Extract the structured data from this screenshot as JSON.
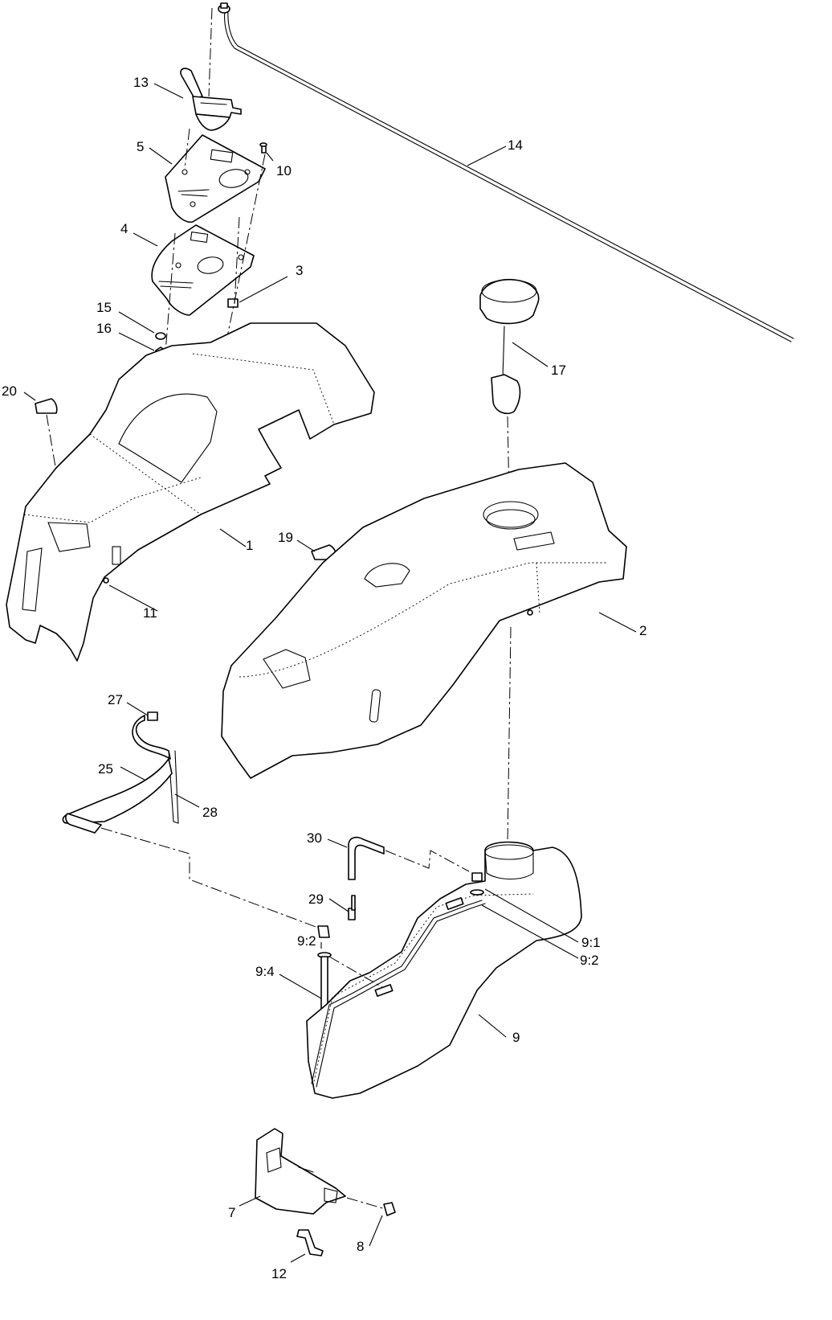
{
  "callouts": [
    {
      "id": "c13",
      "text": "13"
    },
    {
      "id": "c5",
      "text": "5"
    },
    {
      "id": "c10",
      "text": "10"
    },
    {
      "id": "c14",
      "text": "14"
    },
    {
      "id": "c4",
      "text": "4"
    },
    {
      "id": "c3",
      "text": "3"
    },
    {
      "id": "c15",
      "text": "15"
    },
    {
      "id": "c16",
      "text": "16"
    },
    {
      "id": "c17",
      "text": "17"
    },
    {
      "id": "c20",
      "text": "20"
    },
    {
      "id": "c1",
      "text": "1"
    },
    {
      "id": "c19",
      "text": "19"
    },
    {
      "id": "c11",
      "text": "11"
    },
    {
      "id": "c2",
      "text": "2"
    },
    {
      "id": "c27",
      "text": "27"
    },
    {
      "id": "c25",
      "text": "25"
    },
    {
      "id": "c28",
      "text": "28"
    },
    {
      "id": "c30",
      "text": "30"
    },
    {
      "id": "c29",
      "text": "29"
    },
    {
      "id": "c9_2a",
      "text": "9:2"
    },
    {
      "id": "c9_1",
      "text": "9:1"
    },
    {
      "id": "c9_2b",
      "text": "9:2"
    },
    {
      "id": "c9_4",
      "text": "9:4"
    },
    {
      "id": "c9",
      "text": "9"
    },
    {
      "id": "c7",
      "text": "7"
    },
    {
      "id": "c8",
      "text": "8"
    },
    {
      "id": "c12",
      "text": "12"
    }
  ]
}
